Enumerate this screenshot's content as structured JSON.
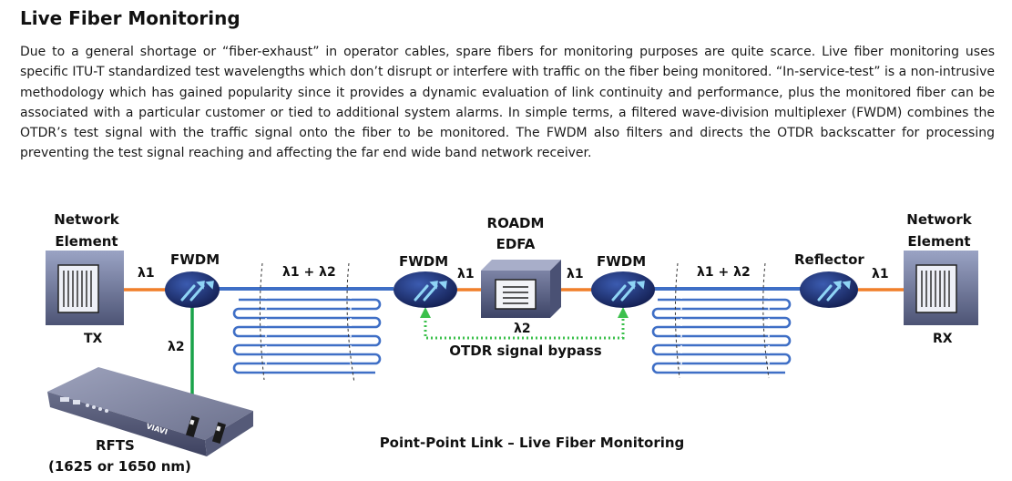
{
  "title": "Live Fiber Monitoring",
  "paragraph": "Due to a general shortage or “fiber-exhaust” in operator cables, spare fibers for monitoring purposes are quite scarce. Live fiber monitoring uses specific ITU-T standardized test wavelengths which don’t disrupt or interfere with traffic on the fiber being monitored. “In-service-test” is a non-intrusive methodology which has gained popularity since it provides a dynamic evaluation of link continuity and performance, plus the monitored fiber can be associated with a particular customer or tied to additional system alarms. In simple terms, a filtered wave-division multiplexer (FWDM) combines the OTDR’s test signal with the traffic signal onto the fiber to be monitored. The FWDM also filters and directs the OTDR backscatter for processing preventing the test signal reaching and affecting the far end wide band network receiver.",
  "diagram": {
    "ne_left_line1": "Network",
    "ne_left_line2": "Element",
    "tx": "TX",
    "ne_right_line1": "Network",
    "ne_right_line2": "Element",
    "rx": "RX",
    "fwdm": "FWDM",
    "reflector": "Reflector",
    "roadm": "ROADM",
    "edfa": "EDFA",
    "lambda1": "λ1",
    "lambda2": "λ2",
    "lambda12": "λ1 + λ2",
    "bypass": "OTDR signal bypass",
    "rfts_line1": "RFTS",
    "rfts_line2": "(1625 or 1650 nm)",
    "caption": "Point-Point Link – Live Fiber Monitoring",
    "device_brand": "VIAVI"
  },
  "colors": {
    "fiber_blue": "#3f6fc6",
    "traffic_orange": "#f07f2a",
    "test_green": "#1aa34a",
    "bypass_green": "#3cc04c",
    "node_navy": "#13225a",
    "arrow_light": "#8fd4f5",
    "device_gray": "#7a7d92"
  }
}
